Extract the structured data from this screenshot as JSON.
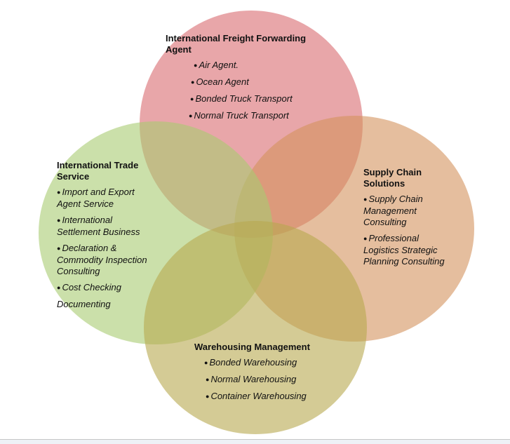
{
  "colors": {
    "freight": "#d96a70",
    "supply": "#d4925e",
    "trade": "#a8cc72",
    "warehouse": "#b8a84f"
  },
  "circles": {
    "freight": {
      "title": "International  Freight Forwarding Agent",
      "items": [
        "Air Agent.",
        "Ocean Agent",
        "Bonded Truck Transport",
        "Normal Truck Transport"
      ]
    },
    "trade": {
      "title": "International Trade Service",
      "items": [
        "Import and Export Agent Service",
        "International Settlement Business",
        "Declaration & Commodity Inspection Consulting",
        "Cost Checking"
      ],
      "extra": "Documenting"
    },
    "supply": {
      "title": "Supply Chain Solutions",
      "items": [
        "Supply Chain Management Consulting",
        "Professional Logistics Strategic Planning Consulting"
      ]
    },
    "warehouse": {
      "title": "Warehousing  Management",
      "items": [
        "Bonded Warehousing",
        "Normal Warehousing",
        "Container Warehousing"
      ]
    }
  }
}
